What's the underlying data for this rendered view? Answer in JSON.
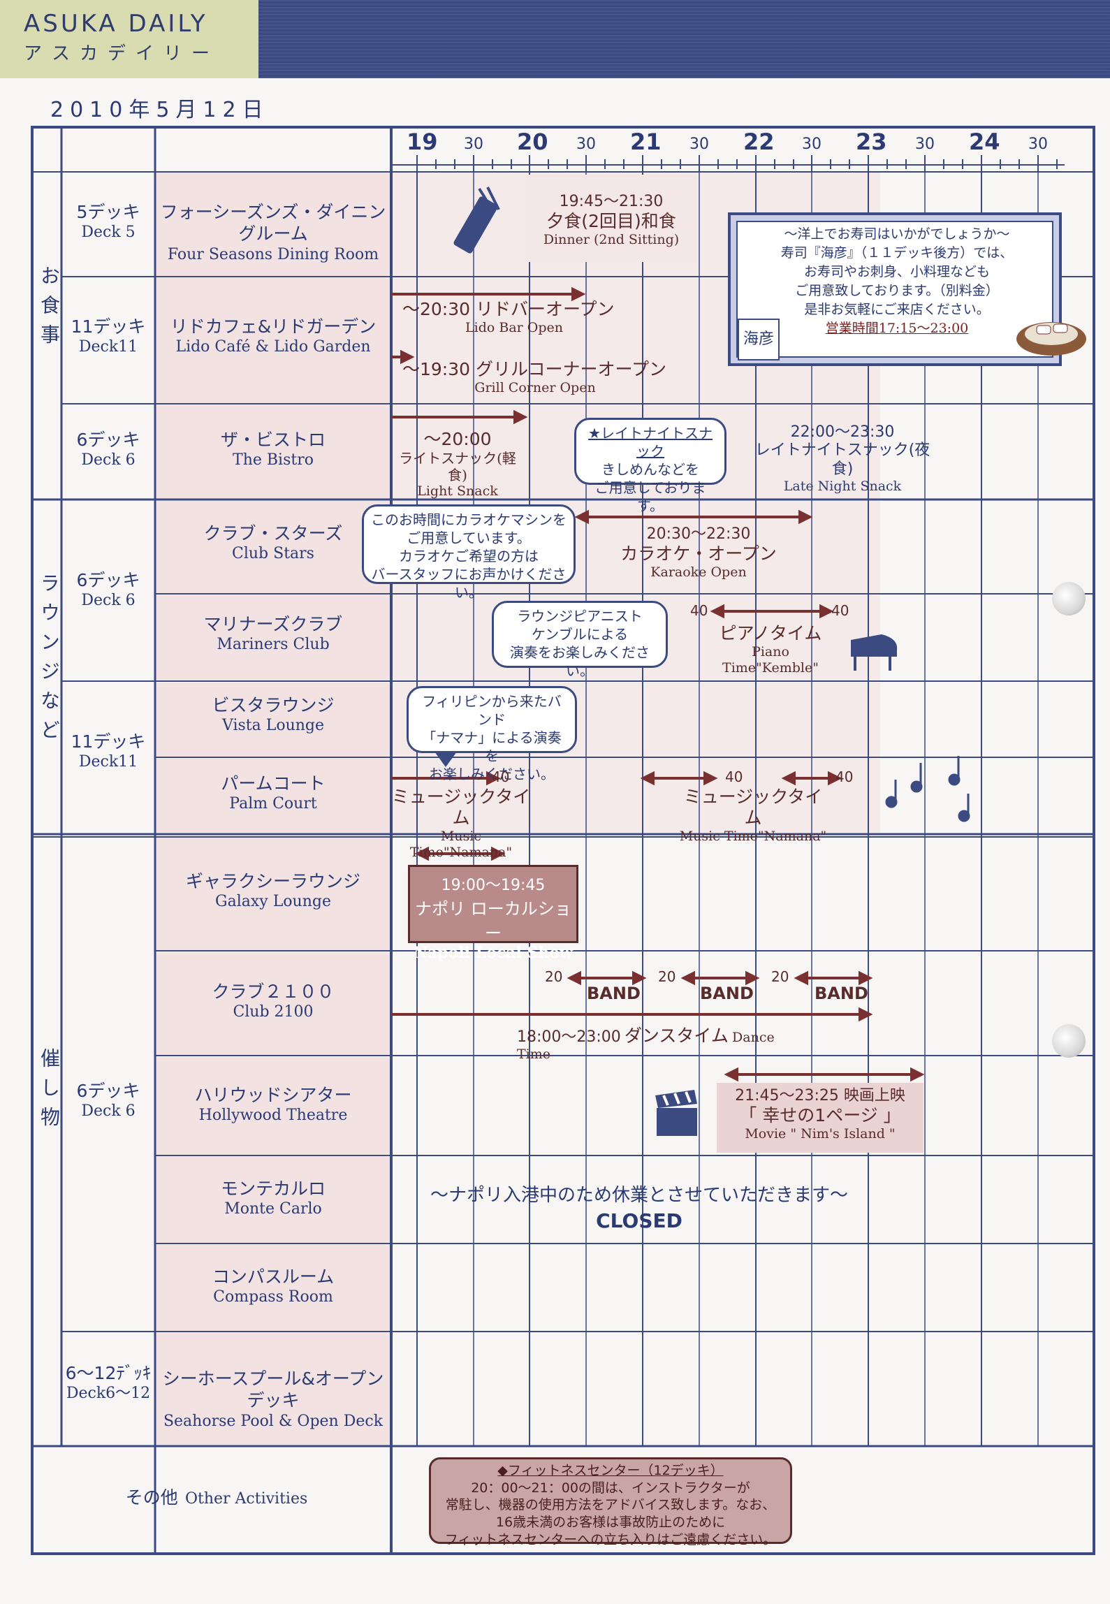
{
  "header": {
    "brand_en": "ASUKA DAILY",
    "brand_ja": "アスカデイリー"
  },
  "date": "2010年5月12日",
  "timeline": {
    "hours": [
      "19",
      "20",
      "21",
      "22",
      "23",
      "24"
    ],
    "half_label": "30"
  },
  "categories": {
    "dining": "お食事",
    "lounge": "ラウンジなど",
    "events": "催し物"
  },
  "decks": {
    "d5": {
      "jp": "5デッキ",
      "en": "Deck 5"
    },
    "d11a": {
      "jp": "11デッキ",
      "en": "Deck11"
    },
    "d6a": {
      "jp": "6デッキ",
      "en": "Deck 6"
    },
    "d6b": {
      "jp": "6デッキ",
      "en": "Deck 6"
    },
    "d11b": {
      "jp": "11デッキ",
      "en": "Deck11"
    },
    "d6c": {
      "jp": "6デッキ",
      "en": "Deck 6"
    },
    "d612": {
      "jp": "6～12ﾃﾞｯｷ",
      "en": "Deck6～12"
    }
  },
  "venues": {
    "four_seasons": {
      "jp": "フォーシーズンズ・ダイニングルーム",
      "en": "Four Seasons Dining Room"
    },
    "lido": {
      "jp": "リドカフェ&リドガーデン",
      "en": "Lido Café & Lido Garden"
    },
    "bistro": {
      "jp": "ザ・ビストロ",
      "en": "The Bistro"
    },
    "club_stars": {
      "jp": "クラブ・スターズ",
      "en": "Club Stars"
    },
    "mariners": {
      "jp": "マリナーズクラブ",
      "en": "Mariners Club"
    },
    "vista": {
      "jp": "ビスタラウンジ",
      "en": "Vista Lounge"
    },
    "palm": {
      "jp": "パームコート",
      "en": "Palm Court"
    },
    "galaxy": {
      "jp": "ギャラクシーラウンジ",
      "en": "Galaxy Lounge"
    },
    "club2100": {
      "jp": "クラブ２１００",
      "en": "Club 2100"
    },
    "hollywood": {
      "jp": "ハリウッドシアター",
      "en": "Hollywood Theatre"
    },
    "monte": {
      "jp": "モンテカルロ",
      "en": "Monte Carlo"
    },
    "compass": {
      "jp": "コンパスルーム",
      "en": "Compass Room"
    },
    "seahorse": {
      "jp": "シーホースプール&オープンデッキ",
      "en": "Seahorse Pool & Open Deck"
    },
    "other": {
      "jp": "その他",
      "en": "Other Activities"
    }
  },
  "events": {
    "dinner": {
      "time": "19:45～21:30",
      "jp": "夕食(2回目)和食",
      "en": "Dinner (2nd Sitting)"
    },
    "lido_bar": {
      "jp": "～20:30 リドバーオープン",
      "en": "Lido Bar Open"
    },
    "grill": {
      "jp": "～19:30 グリルコーナーオープン",
      "en": "Grill Corner Open"
    },
    "light_snack": {
      "time": "～20:00",
      "jp": "ライトスナック(軽食)",
      "en": "Light Snack"
    },
    "late_snack": {
      "time": "22:00～23:30",
      "jp": "レイトナイトスナック(夜食)",
      "en": "Late Night Snack"
    },
    "karaoke": {
      "time": "20:30～22:30",
      "jp": "カラオケ・オープン",
      "en": "Karaoke Open"
    },
    "piano": {
      "start": "40",
      "end": "40",
      "jp": "ピアノタイム",
      "en": "Piano Time\"Kemble\""
    },
    "music1": {
      "end": "40",
      "jp": "ミュージックタイム",
      "en": "Music Time\"Namana\""
    },
    "music2": {
      "start": "40",
      "end": "40",
      "jp": "ミュージックタイム",
      "en": "Music Time\"Namana\""
    },
    "napoli": {
      "time": "19:00～19:45",
      "jp": "ナポリ ローカルショー",
      "en": "Napoli Local Show"
    },
    "band": {
      "label": "BAND",
      "mark": "20"
    },
    "dance": {
      "time": "18:00～23:00",
      "jp": "ダンスタイム",
      "en": "Dance Time"
    },
    "movie": {
      "time": "21:45～23:25 映画上映",
      "jp": "「 幸せの1ページ 」",
      "en": "Movie \" Nim's Island \""
    },
    "closed": {
      "jp": "～ナポリ入港中のため休業とさせていただきます～",
      "en": "CLOSED"
    }
  },
  "bubbles": {
    "late_night": [
      "★レイトナイトスナック",
      "きしめんなどを",
      "ご用意しております。"
    ],
    "karaoke": [
      "このお時間にカラオケマシンを",
      "ご用意しています。",
      "カラオケご希望の方は",
      "バースタッフにお声かけください。"
    ],
    "pianist": [
      "ラウンジピアニスト",
      "ケンブルによる",
      "演奏をお楽しみください。"
    ],
    "band_ph": [
      "フィリピンから来たバンド",
      "「ナマナ」による演奏を",
      "お楽しみください。"
    ]
  },
  "sushi": {
    "lines": [
      "～洋上でお寿司はいかがでしょうか～",
      "寿司『海彦』（１１デッキ後方）では、",
      "お寿司やお刺身、小料理なども",
      "ご用意致しております。（別料金）",
      "是非お気軽にご来店ください。"
    ],
    "hours": "営業時間17:15～23:00",
    "logo": "海彦"
  },
  "fitness": {
    "title": "◆フィットネスセンター（12デッキ）",
    "lines": [
      "20：00～21：00の間は、インストラクターが",
      "常駐し、機器の使用方法をアドバイス致します。なお、",
      "16歳未満のお客様は事故防止のために",
      "フィットネスセンターへの立ち入りはご遠慮ください。"
    ]
  },
  "colors": {
    "navy": "#3c4a82",
    "ink": "#2b3a72",
    "maroon": "#5a2b2b",
    "pink": "#f2e2e2"
  }
}
